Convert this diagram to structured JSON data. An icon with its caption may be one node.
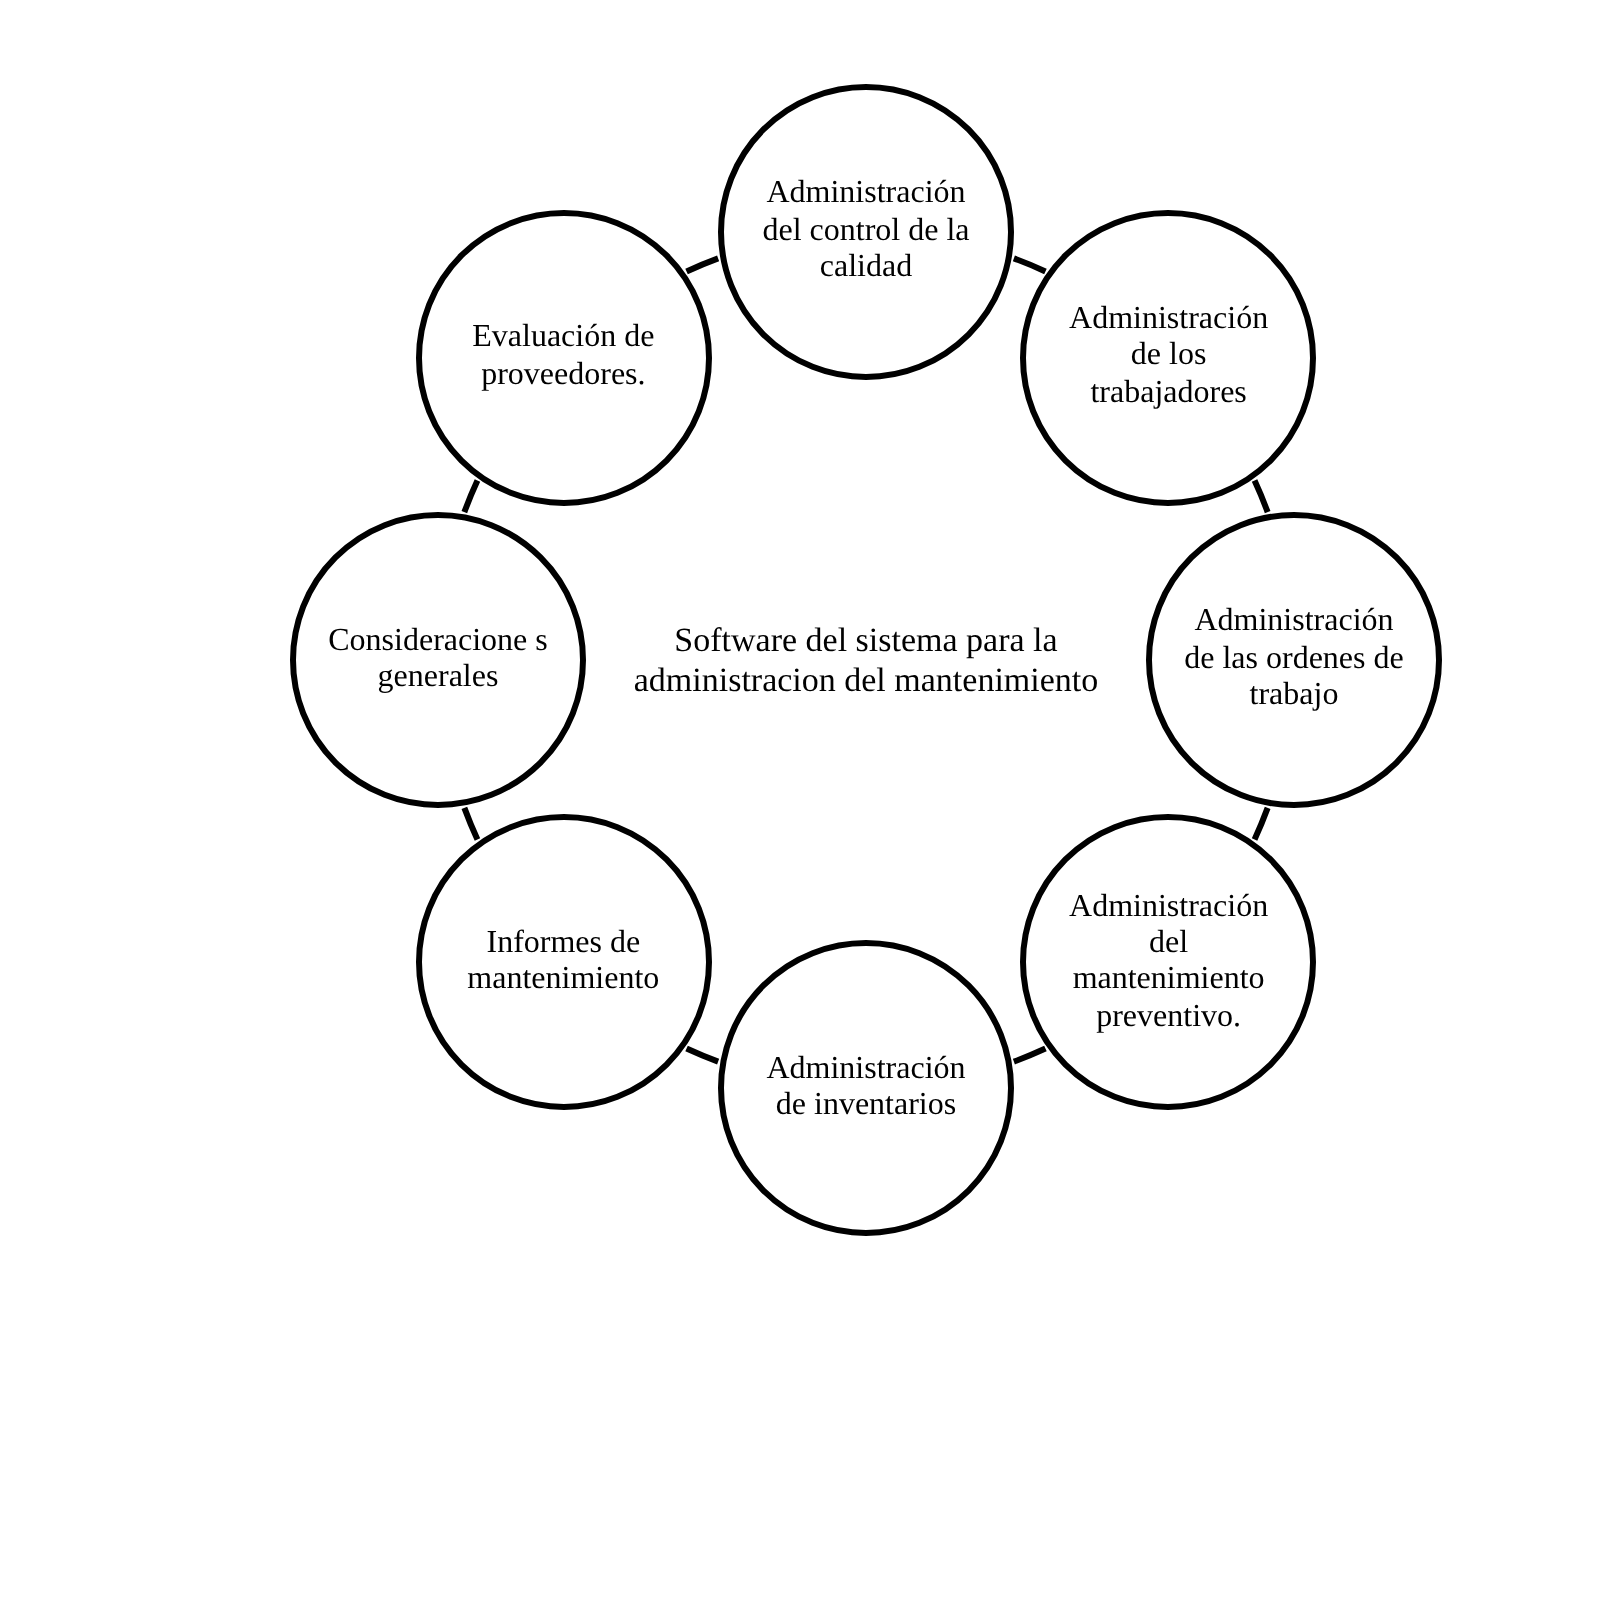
{
  "diagram": {
    "nodes": [
      {
        "text": [
          "Administración del control de la calidad"
        ]
      },
      {
        "text": [
          "Administración de los trabajadores"
        ]
      },
      {
        "text": [
          "Administración de las ordenes de trabajo"
        ]
      },
      {
        "text": [
          "Administración del mantenimiento preventivo."
        ]
      },
      {
        "text": [
          "Administración de inventarios"
        ]
      },
      {
        "text": [
          "Informes de mantenimiento"
        ]
      },
      {
        "text": [
          "Consideracione s generales"
        ]
      },
      {
        "text": [
          "Evaluación de proveedores."
        ]
      }
    ],
    "edges": [
      {
        "from": 0,
        "to": 1,
        "arrow": "none"
      },
      {
        "from": 1,
        "to": 2,
        "arrow": "none"
      },
      {
        "from": 2,
        "to": 3,
        "arrow": "none"
      },
      {
        "from": 3,
        "to": 4,
        "arrow": "none"
      },
      {
        "from": 4,
        "to": 5,
        "arrow": "none"
      },
      {
        "from": 5,
        "to": 6,
        "arrow": "none"
      },
      {
        "from": 6,
        "to": 7,
        "arrow": "none"
      },
      {
        "from": 7,
        "to": 0,
        "arrow": "none"
      }
    ],
    "labels": [
      "Software del sistema para la administracion del mantenimiento"
    ]
  }
}
